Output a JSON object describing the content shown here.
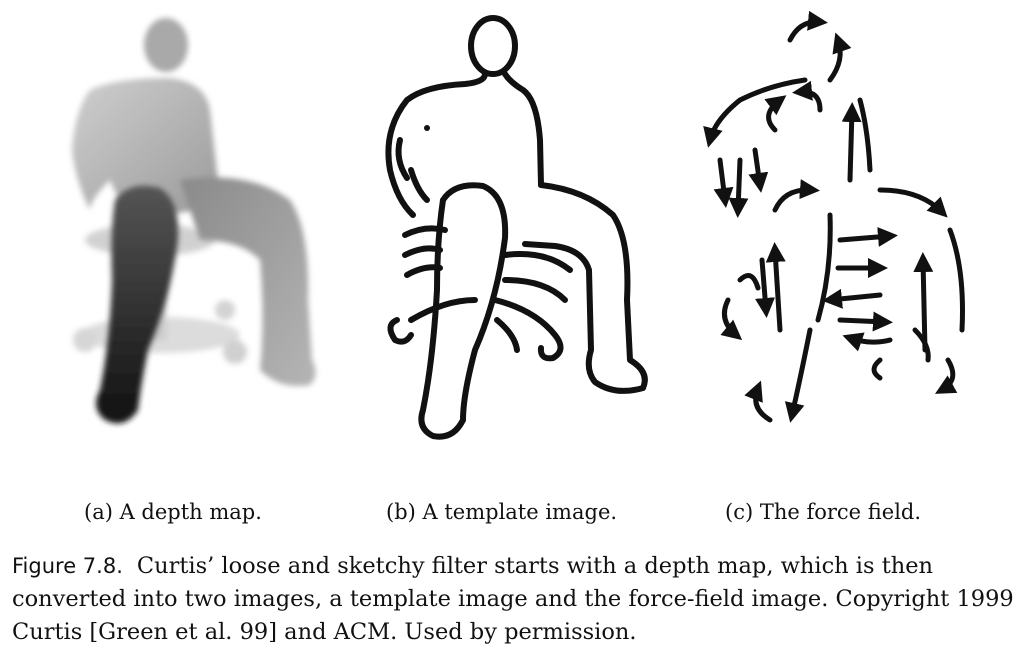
{
  "figure": {
    "panels": [
      {
        "id": "a",
        "caption": "(a) A depth map."
      },
      {
        "id": "b",
        "caption": "(b) A template image."
      },
      {
        "id": "c",
        "caption": "(c) The force field."
      }
    ],
    "label": "Figure 7.8.",
    "caption_text": "Curtis’ loose and sketchy filter starts with a depth map, which is then converted into two images, a template image and the force-field image. Copyright 1999 Curtis [Green et al. 99] and ACM. Used by permission."
  },
  "colors": {
    "ink": "#111111",
    "depth_light": "#d8d8d8",
    "depth_dark": "#1a1a1a"
  }
}
